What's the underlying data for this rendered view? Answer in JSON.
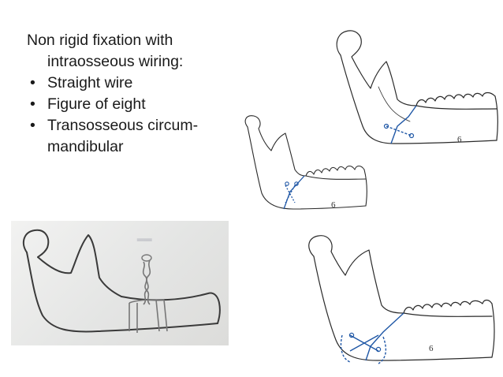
{
  "slide": {
    "heading_line1": "Non rigid fixation with",
    "heading_line2": "intraosseous wiring:",
    "bullets": [
      {
        "text": "Straight wire"
      },
      {
        "text": "Figure of eight"
      },
      {
        "text": "Transosseous circum-",
        "continuation": "mandibular"
      }
    ],
    "bullet_symbol": "•"
  },
  "figures": {
    "sketch_top_right": {
      "label": "6"
    },
    "sketch_middle_left": {
      "label": "6"
    },
    "sketch_bottom_right": {
      "label": "6"
    }
  },
  "colors": {
    "wire_blue": "#1f57a6",
    "sketch_line": "#2a2a2a"
  }
}
